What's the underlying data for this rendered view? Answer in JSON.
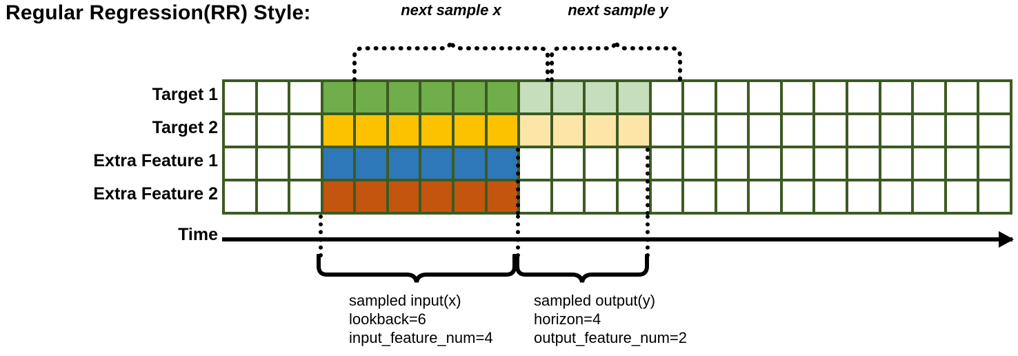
{
  "title": "Regular Regression(RR) Style:",
  "rows": [
    {
      "label": "Target 1",
      "color_dark": "#6fae4a",
      "color_light": "#c6debb",
      "has_output": true
    },
    {
      "label": "Target 2",
      "color_dark": "#fcc200",
      "color_light": "#fde5a8",
      "has_output": true
    },
    {
      "label": "Extra Feature 1",
      "color_dark": "#2e77b8",
      "color_light": "#ffffff",
      "has_output": false
    },
    {
      "label": "Extra Feature 2",
      "color_dark": "#c4550f",
      "color_light": "#ffffff",
      "has_output": false
    }
  ],
  "axis": {
    "label": "Time"
  },
  "grid": {
    "columns_total": 24,
    "lead_blank_columns": 3,
    "input_columns": 6,
    "output_columns": 4,
    "trailing_blank_columns": 11,
    "border_color": "#3c5b22",
    "empty_cell_color": "#ffffff"
  },
  "top_annotations": [
    {
      "label": "next sample x"
    },
    {
      "label": "next sample y"
    }
  ],
  "bottom_annotations": [
    {
      "lines": [
        "sampled input(x)",
        "lookback=6",
        "input_feature_num=4"
      ]
    },
    {
      "lines": [
        "sampled output(y)",
        "horizon=4",
        "output_feature_num=2"
      ]
    }
  ],
  "chart_data": {
    "type": "diagram",
    "title": "Regular Regression(RR) Style:",
    "series": [
      {
        "name": "Target 1",
        "input_cells": 6,
        "output_cells": 4
      },
      {
        "name": "Target 2",
        "input_cells": 6,
        "output_cells": 4
      },
      {
        "name": "Extra Feature 1",
        "input_cells": 6,
        "output_cells": 0
      },
      {
        "name": "Extra Feature 2",
        "input_cells": 6,
        "output_cells": 0
      }
    ],
    "lookback": 6,
    "horizon": 4,
    "input_feature_num": 4,
    "output_feature_num": 2
  }
}
